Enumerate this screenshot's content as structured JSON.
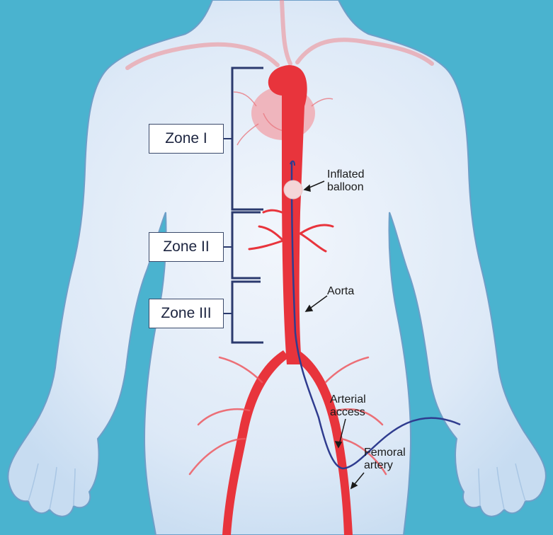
{
  "colors": {
    "background": "#4ab3cf",
    "body_fill": "#dbe8f7",
    "body_outline": "#6e9fc8",
    "artery": "#e8343c",
    "catheter": "#2f3c8f",
    "bracket": "#2b3a6e"
  },
  "zones": [
    {
      "label": "Zone I"
    },
    {
      "label": "Zone II"
    },
    {
      "label": "Zone III"
    }
  ],
  "callouts": {
    "balloon": [
      "Inflated",
      "balloon"
    ],
    "aorta": [
      "Aorta"
    ],
    "access": [
      "Arterial",
      "access"
    ],
    "femoral": [
      "Femoral",
      "artery"
    ]
  }
}
